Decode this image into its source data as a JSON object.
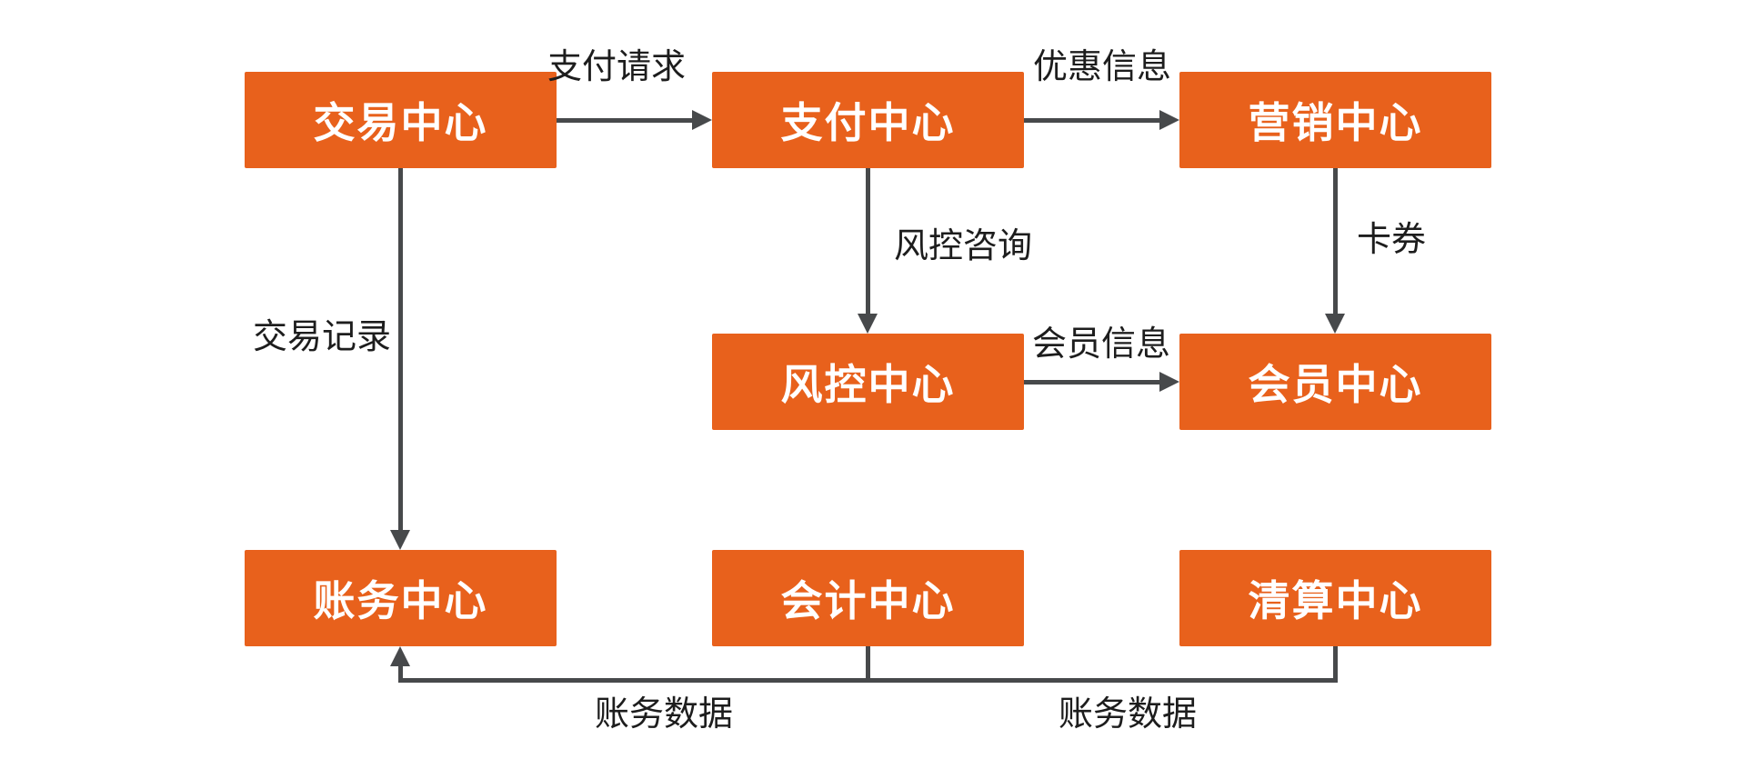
{
  "diagram": {
    "type": "flow-diagram",
    "colors": {
      "node_fill": "#E8611C",
      "node_text": "#FFFFFF",
      "connector": "#47494B",
      "edge_label_text": "#1D1D1D",
      "background": "#FFFFFF"
    },
    "nodes": [
      {
        "id": "transaction",
        "label": "交易中心"
      },
      {
        "id": "payment",
        "label": "支付中心"
      },
      {
        "id": "marketing",
        "label": "营销中心"
      },
      {
        "id": "risk",
        "label": "风控中心"
      },
      {
        "id": "member",
        "label": "会员中心"
      },
      {
        "id": "accounting",
        "label": "账务中心"
      },
      {
        "id": "bookkeeping",
        "label": "会计中心"
      },
      {
        "id": "clearing",
        "label": "清算中心"
      }
    ],
    "edges": [
      {
        "from": "交易中心",
        "to": "支付中心",
        "label": "支付请求",
        "direction": "right"
      },
      {
        "from": "支付中心",
        "to": "营销中心",
        "label": "优惠信息",
        "direction": "right"
      },
      {
        "from": "支付中心",
        "to": "风控中心",
        "label": "风控咨询",
        "direction": "down"
      },
      {
        "from": "风控中心",
        "to": "会员中心",
        "label": "会员信息",
        "direction": "right"
      },
      {
        "from": "营销中心",
        "to": "会员中心",
        "label": "卡券",
        "direction": "down"
      },
      {
        "from": "交易中心",
        "to": "账务中心",
        "label": "交易记录",
        "direction": "down"
      },
      {
        "from": "会计中心",
        "to": "账务中心",
        "label": "账务数据",
        "direction": "up-into-accounting"
      },
      {
        "from": "清算中心",
        "to": "账务中心",
        "label": "账务数据",
        "direction": "up-into-accounting"
      }
    ]
  }
}
